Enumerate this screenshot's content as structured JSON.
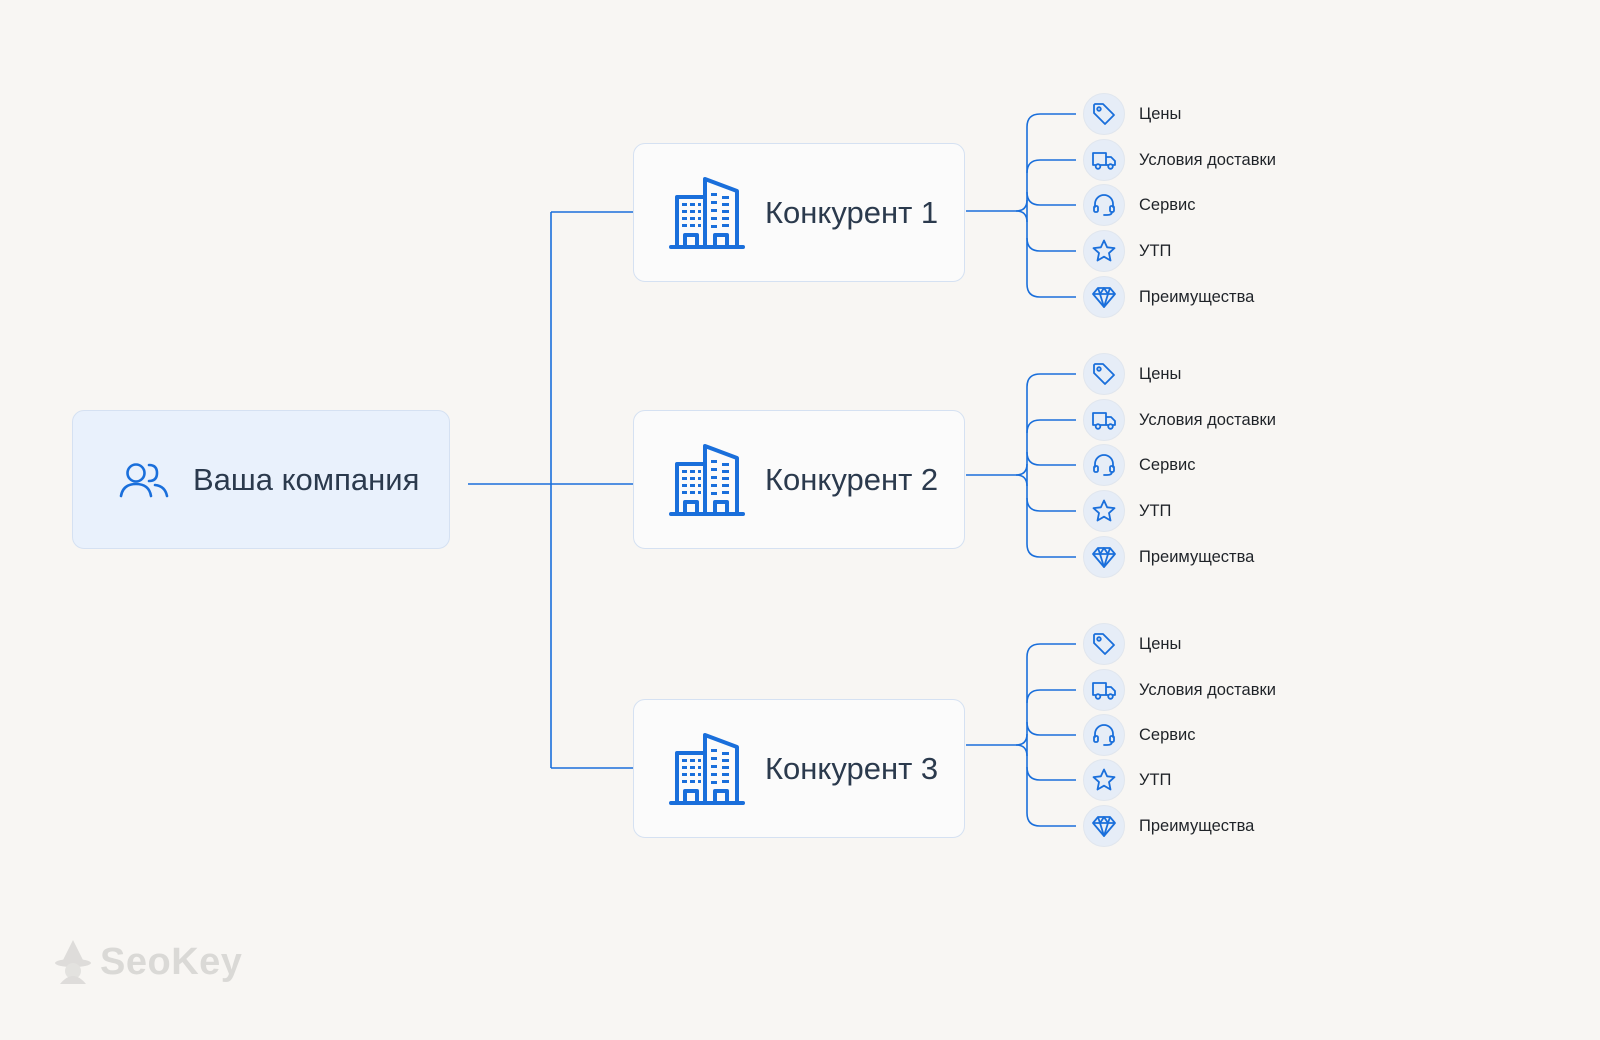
{
  "root": {
    "label": "Ваша компания",
    "icon": "users-icon"
  },
  "competitors": [
    {
      "label": "Конкурент 1",
      "icon": "building-icon"
    },
    {
      "label": "Конкурент 2",
      "icon": "building-icon"
    },
    {
      "label": "Конкурент 3",
      "icon": "building-icon"
    }
  ],
  "aspects": [
    {
      "label": "Цены",
      "icon": "price-tag-icon"
    },
    {
      "label": "Условия доставки",
      "icon": "truck-icon"
    },
    {
      "label": "Сервис",
      "icon": "headset-icon"
    },
    {
      "label": "УТП",
      "icon": "star-icon"
    },
    {
      "label": "Преимущества",
      "icon": "diamond-icon"
    }
  ],
  "colors": {
    "accent": "#1a6fdb",
    "background": "#f8f6f3",
    "root_fill": "#e9f1fc",
    "text": "#2b3a4d"
  },
  "watermark": {
    "text": "SeoKey"
  }
}
